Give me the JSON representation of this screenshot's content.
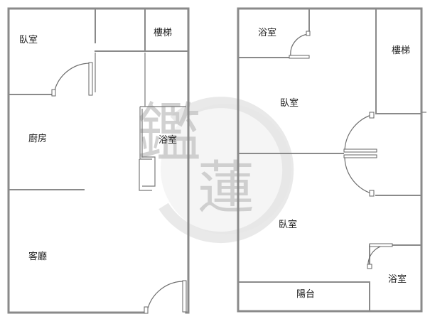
{
  "rooms_left": {
    "bedroom": "臥室",
    "stairs": "樓梯",
    "kitchen": "廚房",
    "bathroom": "浴室",
    "living_room": "客廳"
  },
  "rooms_right": {
    "bathroom_top": "浴室",
    "stairs": "樓梯",
    "bedroom_upper": "臥室",
    "bedroom_lower": "臥室",
    "balcony": "陽台",
    "bathroom_bottom": "浴室"
  },
  "watermark": {
    "char_1": "鑑",
    "char_2": "蓮"
  },
  "colors": {
    "wall": "#8a8a8a",
    "watermark": "#c9c9c9"
  }
}
